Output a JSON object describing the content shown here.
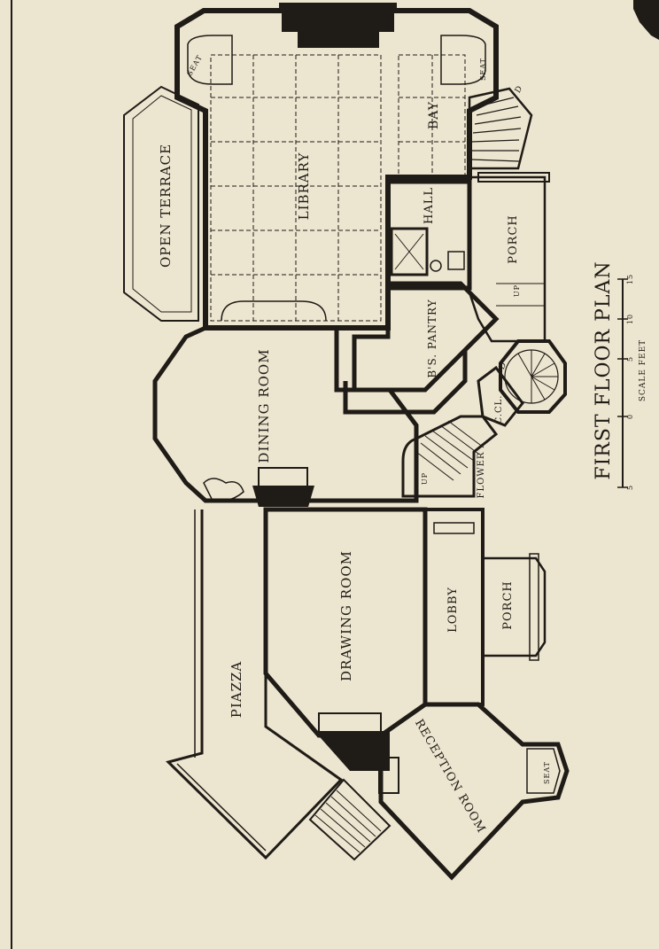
{
  "title": {
    "main": "First Floor Plan",
    "scale_label": "Scale Feet",
    "scale_ticks": [
      "5",
      "0",
      "5",
      "10",
      "15"
    ]
  },
  "rooms": {
    "open_terrace": "Open Terrace",
    "library": "Library",
    "bay": "Bay",
    "hall": "Hall",
    "porch_north": "Porch",
    "bs_pantry": "B's. Pantry",
    "dining_room": "Dining Room",
    "cl_north": "C.Cl.",
    "flower": "Flower",
    "drawing_room": "Drawing Room",
    "lobby": "Lobby",
    "porch_south": "Porch",
    "piazza": "Piazza",
    "reception_room": "Reception Room"
  },
  "annotations": {
    "seat_nw": "Seat",
    "seat_ne": "Seat",
    "seat_reception": "Seat",
    "up_porch": "Up",
    "up_flower": "Up",
    "d_stair": "D",
    "d_spiral": "D"
  },
  "colors": {
    "paper": "#ece5d0",
    "ink": "#1f1b16"
  }
}
